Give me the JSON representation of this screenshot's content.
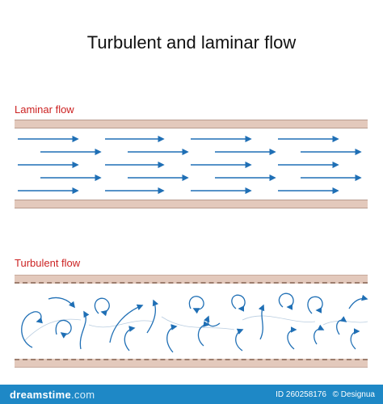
{
  "title": "Turbulent and laminar flow",
  "laminar": {
    "label": "Laminar flow"
  },
  "turbulent": {
    "label": "Turbulent flow"
  },
  "footer": {
    "logo_main": "dreamstime",
    "logo_suffix": ".com",
    "id_text": "ID 260258176",
    "author": "© Designua"
  },
  "colors": {
    "arrow": "#1f6fb5",
    "wall": "#e3c9bc",
    "label": "#cc2222",
    "footer": "#1e88c6"
  }
}
